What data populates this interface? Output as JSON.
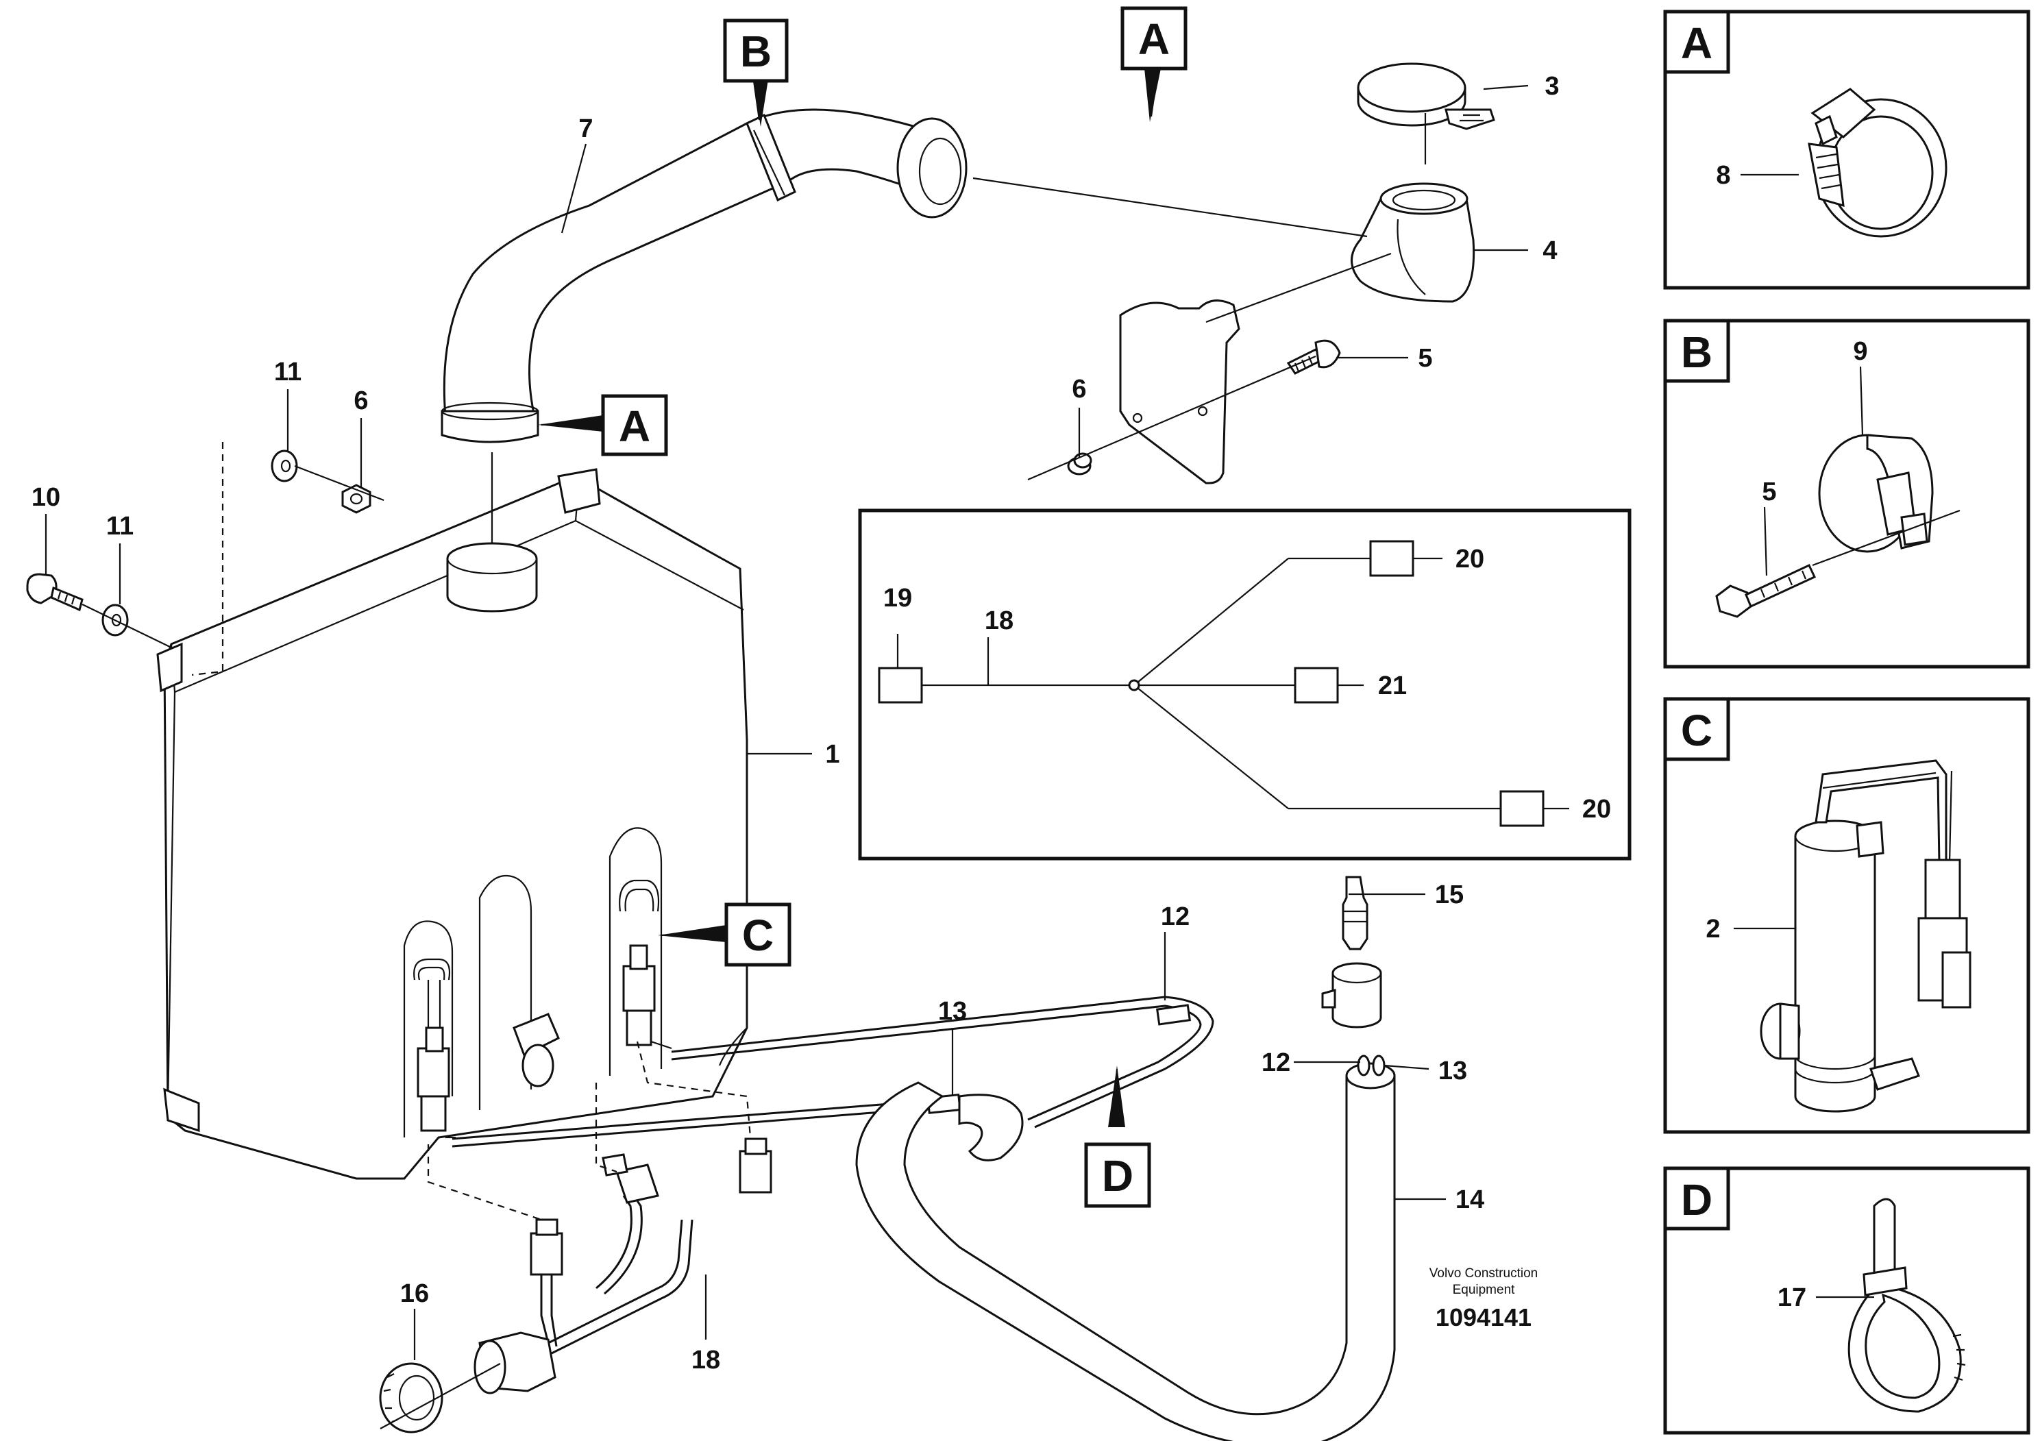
{
  "callouts": {
    "n1": "1",
    "n2": "2",
    "n3": "3",
    "n4": "4",
    "n5a": "5",
    "n5b": "5",
    "n6a": "6",
    "n6b": "6",
    "n7": "7",
    "n8": "8",
    "n9": "9",
    "n10": "10",
    "n11a": "11",
    "n11b": "11",
    "n12a": "12",
    "n12b": "12",
    "n13a": "13",
    "n13b": "13",
    "n14": "14",
    "n15": "15",
    "n16": "16",
    "n17": "17",
    "n18a": "18",
    "n18b": "18",
    "n19": "19",
    "n20a": "20",
    "n20b": "20",
    "n21": "21"
  },
  "markers": {
    "a1": "A",
    "a2": "A",
    "b": "B",
    "c": "C",
    "d": "D"
  },
  "panels": {
    "a": "A",
    "b": "B",
    "c": "C",
    "d": "D"
  },
  "credit": {
    "line1": "Volvo Construction",
    "line2": "Equipment",
    "ref": "1094141"
  }
}
